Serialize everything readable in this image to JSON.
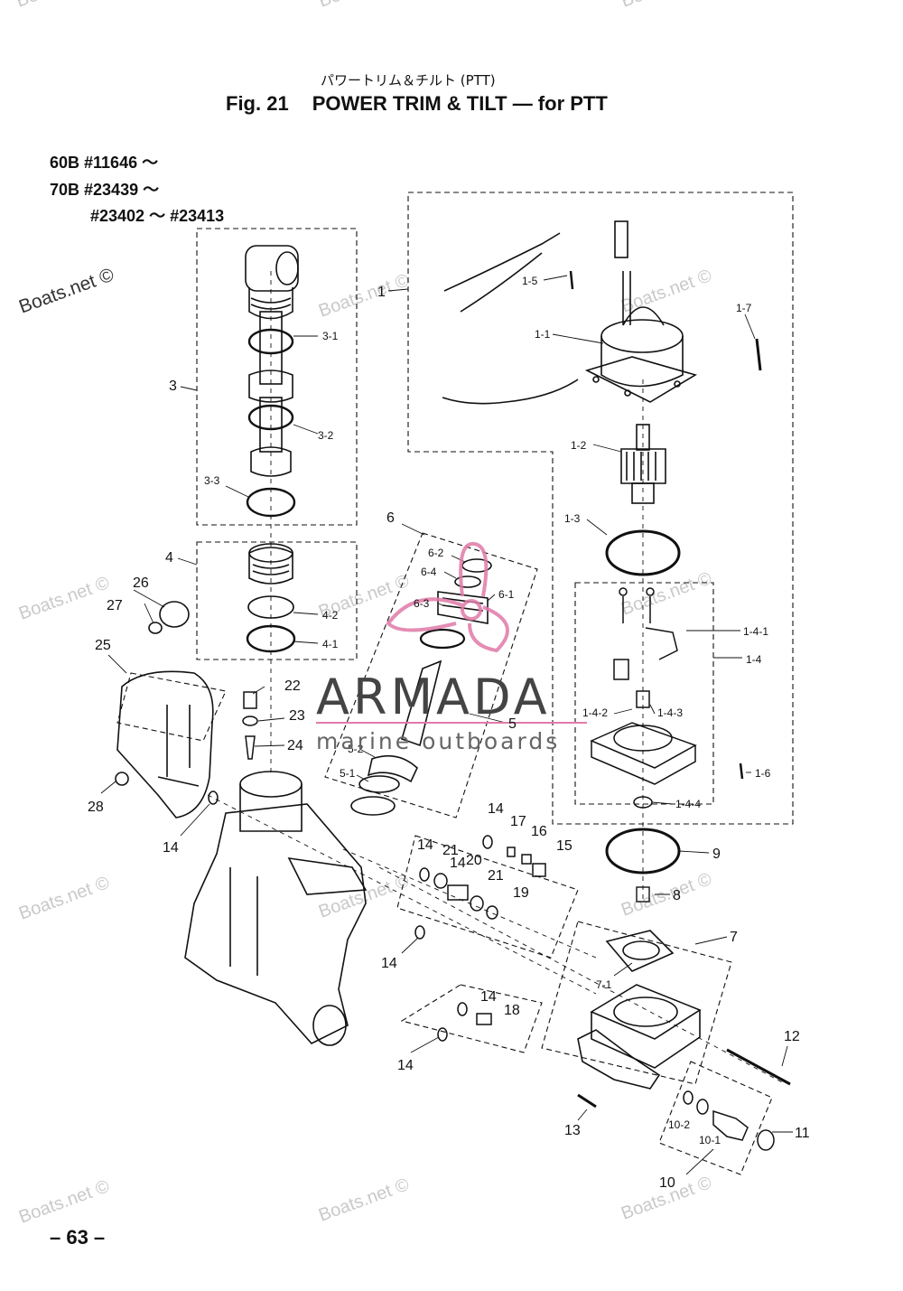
{
  "header": {
    "subtitle_jp": "パワートリム＆チルト (PTT)",
    "fig_number": "Fig. 21",
    "title": "POWER TRIM & TILT — for PTT"
  },
  "applicability": {
    "line1": "60B  #11646 ～",
    "line2": "70B  #23439 ～",
    "line3": "#23402 ～ #23413"
  },
  "page_number": "– 63 –",
  "watermarks": {
    "site": "Boats.net ©",
    "partial_top": "Boats"
  },
  "logo": {
    "name": "ARMADA",
    "tagline": "marine outboards",
    "accent_color": "#e07aa8"
  },
  "callouts": [
    "1",
    "1-1",
    "1-2",
    "1-3",
    "1-4",
    "1-4-1",
    "1-4-2",
    "1-4-3",
    "1-4-4",
    "1-5",
    "1-6",
    "1-7",
    "3",
    "3-1",
    "3-2",
    "3-3",
    "4",
    "4-1",
    "4-2",
    "5",
    "5-1",
    "5-2",
    "6",
    "6-1",
    "6-2",
    "6-3",
    "6-4",
    "7",
    "7-1",
    "8",
    "9",
    "10",
    "10-1",
    "10-2",
    "11",
    "12",
    "13",
    "14",
    "14",
    "14",
    "14",
    "14",
    "14",
    "14",
    "15",
    "16",
    "17",
    "18",
    "19",
    "20",
    "21",
    "21",
    "22",
    "23",
    "24",
    "25",
    "26",
    "27",
    "28"
  ]
}
